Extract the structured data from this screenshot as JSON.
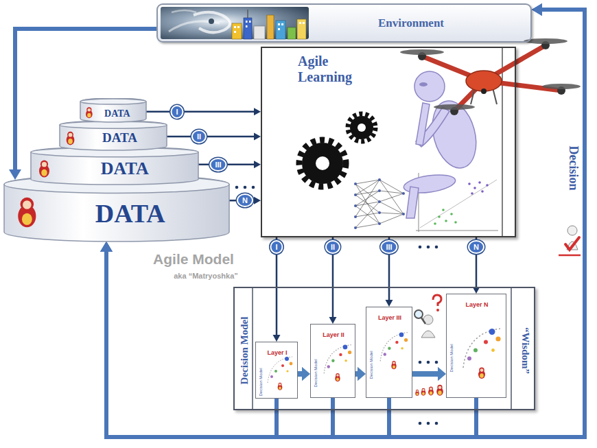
{
  "diagram": {
    "nodes": [
      {
        "text": [
          "Environment"
        ]
      },
      {
        "text": [
          "DATA"
        ]
      },
      {
        "text": [
          "DATA"
        ]
      },
      {
        "text": [
          "DATA"
        ]
      },
      {
        "text": [
          "DATA"
        ]
      },
      {
        "text": [
          "Agile Learning"
        ]
      },
      {
        "text": [
          "Decision Model",
          "“Wisdom”"
        ]
      },
      {
        "text": [
          "Layer I",
          "Decision Model"
        ],
        "in": 6
      },
      {
        "text": [
          "Layer II",
          "Decision Model"
        ],
        "in": 6
      },
      {
        "text": [
          "Layer III",
          "Decision Model"
        ],
        "in": 6
      },
      {
        "text": [
          "Layer N",
          "Decision Model"
        ],
        "in": 6
      }
    ],
    "edges": [
      {
        "from": 0,
        "to": 4,
        "arrow": "to"
      },
      {
        "from": 1,
        "to": 5,
        "arrow": "to",
        "label": "I"
      },
      {
        "from": 2,
        "to": 5,
        "arrow": "to",
        "label": "II"
      },
      {
        "from": 3,
        "to": 5,
        "arrow": "to",
        "label": "III"
      },
      {
        "from": 4,
        "to": 5,
        "arrow": "to",
        "label": "N"
      },
      {
        "from": 5,
        "to": 7,
        "arrow": "to",
        "label": "I"
      },
      {
        "from": 5,
        "to": 8,
        "arrow": "to",
        "label": "II"
      },
      {
        "from": 5,
        "to": 9,
        "arrow": "to",
        "label": "III"
      },
      {
        "from": 5,
        "to": 10,
        "arrow": "to",
        "label": "N"
      },
      {
        "from": 7,
        "to": 8,
        "arrow": "to"
      },
      {
        "from": 8,
        "to": 9,
        "arrow": "to"
      },
      {
        "from": 9,
        "to": 10,
        "arrow": "to"
      },
      {
        "from": 7,
        "to": 4,
        "arrow": "to"
      },
      {
        "from": 8,
        "to": 4,
        "arrow": "to"
      },
      {
        "from": 9,
        "to": 4,
        "arrow": "to"
      },
      {
        "from": 10,
        "to": 4,
        "arrow": "to"
      },
      {
        "from": 7,
        "to": 0,
        "arrow": "to"
      },
      {
        "from": 8,
        "to": 0,
        "arrow": "to"
      },
      {
        "from": 9,
        "to": 0,
        "arrow": "to"
      },
      {
        "from": 10,
        "to": 0,
        "arrow": "to",
        "label": "Decision"
      }
    ],
    "labels": [
      "Agile Model",
      "aka “Matryoshka”"
    ]
  }
}
